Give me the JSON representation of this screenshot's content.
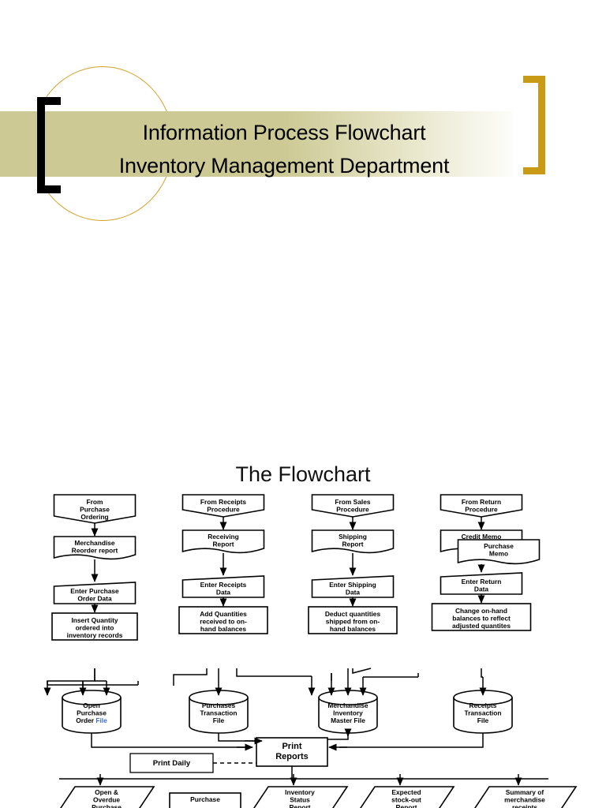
{
  "slide": {
    "title_line1": "Information Process Flowchart",
    "title_line2": "Inventory Management Department",
    "accent_gold": "#c99a16",
    "band_color": "#ccc994",
    "bracket_black": "#000000",
    "background": "#ffffff"
  },
  "flowchart": {
    "heading": "The Flowchart",
    "blue_word_color": "#3b6bdb",
    "columns": [
      {
        "source": "From\nPurchase\nOrdering",
        "source_lines": [
          "From",
          "Purchase",
          "Ordering"
        ],
        "document": "Merchandise\nReorder report",
        "document_lines": [
          "Merchandise",
          "Reorder report"
        ],
        "entry": "Enter Purchase\nOrder Data",
        "entry_lines": [
          "Enter Purchase",
          "Order Data"
        ],
        "process": "Insert Quantity\nordered into\ninventory records",
        "process_lines": [
          "Insert Quantity",
          "ordered into",
          "inventory records"
        ]
      },
      {
        "source": "From Receipts\nProcedure",
        "source_lines": [
          "From Receipts",
          "Procedure"
        ],
        "document": "Receiving\nReport",
        "document_lines": [
          "Receiving",
          "Report"
        ],
        "entry": "Enter Receipts\nData",
        "entry_lines": [
          "Enter Receipts",
          "Data"
        ],
        "process": "Add Quantities\nreceived to on-\nhand balances",
        "process_lines": [
          "Add Quantities",
          "received to on-",
          "hand balances"
        ]
      },
      {
        "source": "From Sales\nProcedure",
        "source_lines": [
          "From Sales",
          "Procedure"
        ],
        "document": "Shipping\nReport",
        "document_lines": [
          "Shipping",
          "Report"
        ],
        "entry": "Enter Shipping\nData",
        "entry_lines": [
          "Enter Shipping",
          "Data"
        ],
        "process": "Deduct quantities\nshipped from on-\nhand balances",
        "process_lines": [
          "Deduct quantities",
          "shipped from on-",
          "hand balances"
        ]
      },
      {
        "source": "From Return\nProcedure",
        "source_lines": [
          "From Return",
          "Procedure"
        ],
        "document": "Credit Memo",
        "document_lines": [
          "Credit Memo"
        ],
        "document2": "Purchase\nMemo",
        "document2_lines": [
          "Purchase",
          "Memo"
        ],
        "entry": "Enter Return\nData",
        "entry_lines": [
          "Enter Return",
          "Data"
        ],
        "process": "Change on-hand\nbalances to reflect\nadjusted quantites",
        "process_lines": [
          "Change on-hand",
          "balances to reflect",
          "adjusted quantites"
        ]
      }
    ],
    "datastores": [
      {
        "lines": [
          "Open",
          "Purchase",
          "Order "
        ],
        "blue_word": "File"
      },
      {
        "lines": [
          "Purchases",
          "Transaction",
          "File"
        ],
        "blue_word": ""
      },
      {
        "lines": [
          "Merchandise",
          "Inventory",
          "Master File"
        ],
        "blue_word": ""
      },
      {
        "lines": [
          "Receipts",
          "Transaction",
          "File"
        ],
        "blue_word": ""
      }
    ],
    "print_node": {
      "lines": [
        "Print",
        "Reports"
      ]
    },
    "print_daily": {
      "label": "Print Daily"
    },
    "outputs": [
      {
        "lines": [
          "Open &",
          "Overdue",
          "Purchase"
        ]
      },
      {
        "lines": [
          "Purchase"
        ]
      },
      {
        "lines": [
          "Inventory",
          "Status",
          "Report"
        ]
      },
      {
        "lines": [
          "Expected",
          "stock-out",
          "Report"
        ]
      },
      {
        "lines": [
          "Summary of",
          "merchandise",
          "receipts"
        ]
      }
    ]
  }
}
